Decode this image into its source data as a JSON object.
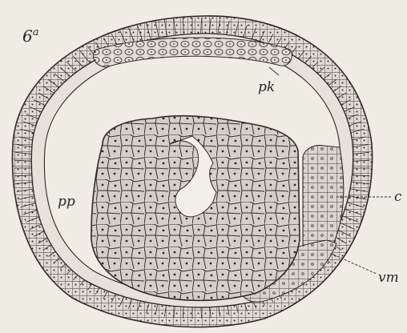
{
  "figure": {
    "panel_label": "6",
    "panel_label_sup": "a"
  },
  "labels": {
    "pk": "pk",
    "pp": "pp",
    "c": "c",
    "vm": "vm"
  }
}
